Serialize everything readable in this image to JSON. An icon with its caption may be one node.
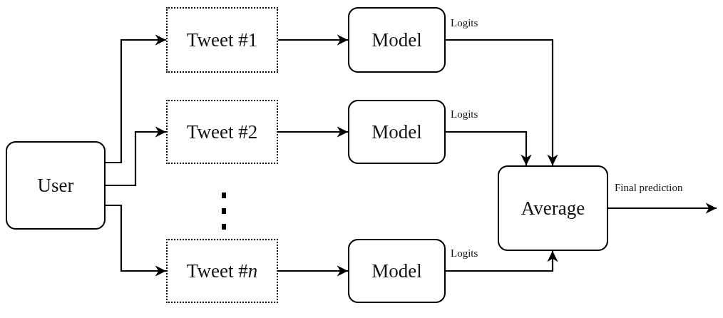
{
  "diagram": {
    "nodes": [
      {
        "text": [
          "User"
        ]
      },
      {
        "text": [
          "Tweet #1"
        ]
      },
      {
        "text": [
          "Tweet #2"
        ]
      },
      {
        "text": [
          "Tweet #*n*"
        ]
      },
      {
        "text": [
          "Model"
        ]
      },
      {
        "text": [
          "Model"
        ]
      },
      {
        "text": [
          "Model"
        ]
      },
      {
        "text": [
          "Average"
        ]
      }
    ],
    "edges": [
      {
        "from": 0,
        "to": 1,
        "arrow": "to"
      },
      {
        "from": 0,
        "to": 2,
        "arrow": "to"
      },
      {
        "from": 0,
        "to": 3,
        "arrow": "to"
      },
      {
        "from": 1,
        "to": 4,
        "arrow": "to"
      },
      {
        "from": 2,
        "to": 5,
        "arrow": "to"
      },
      {
        "from": 3,
        "to": 6,
        "arrow": "to"
      },
      {
        "from": 4,
        "to": 7,
        "arrow": "to",
        "label": "Logits"
      },
      {
        "from": 5,
        "to": 7,
        "arrow": "to",
        "label": "Logits"
      },
      {
        "from": 6,
        "to": 7,
        "arrow": "to",
        "label": "Logits"
      },
      {
        "from": 7,
        "to": null,
        "arrow": "to",
        "label": "Final prediction"
      }
    ]
  }
}
